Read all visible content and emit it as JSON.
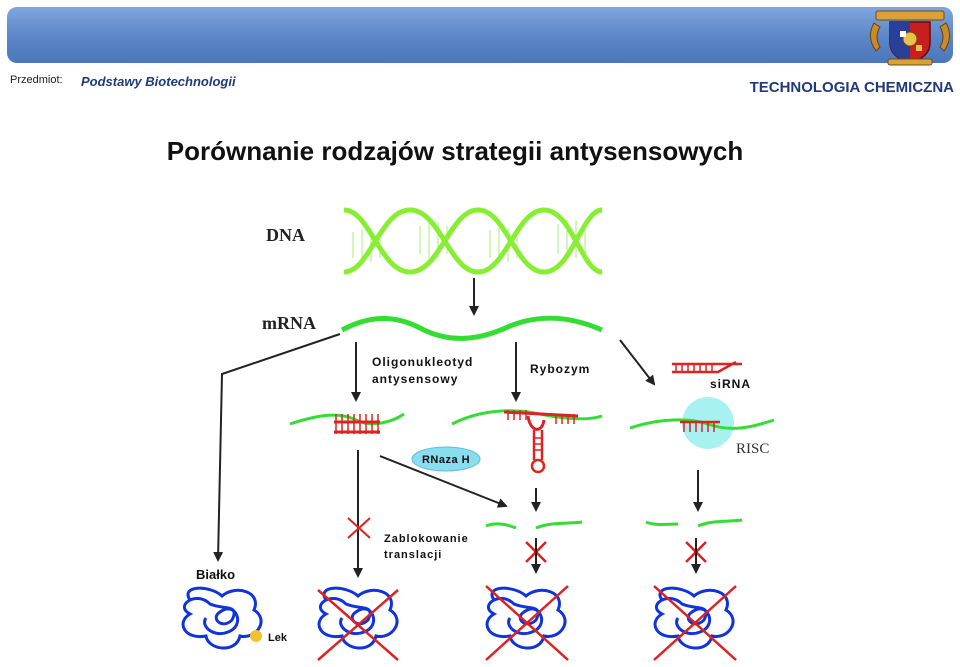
{
  "header": {
    "subject_label": "Przedmiot:",
    "subject_name": "Podstawy Biotechnologii",
    "department": "TECHNOLOGIA CHEMICZNA"
  },
  "slide": {
    "title": "Porównanie rodzajów strategii antysensowych"
  },
  "diagram": {
    "dna": "DNA",
    "mrna": "mRNA",
    "oligo_line1": "Oligonukleotyd",
    "oligo_line2": "antysensowy",
    "ribozyme": "Rybozym",
    "sirna": "siRNA",
    "risc": "RISC",
    "rnase_h": "RNaza H",
    "block_line1": "Zablokowanie",
    "block_line2": "translacji",
    "protein": "Białko",
    "drug": "Lek"
  },
  "colors": {
    "banner": "#5b86c8",
    "rna_green": "#33dd33",
    "dna_green": "#88ee33",
    "antisense_red": "#dd2222",
    "protein_blue": "#1133dd",
    "risc_cyan": "#99eeee",
    "rnase_bubble": "#88ddee",
    "drug_yellow": "#f2c12e"
  }
}
